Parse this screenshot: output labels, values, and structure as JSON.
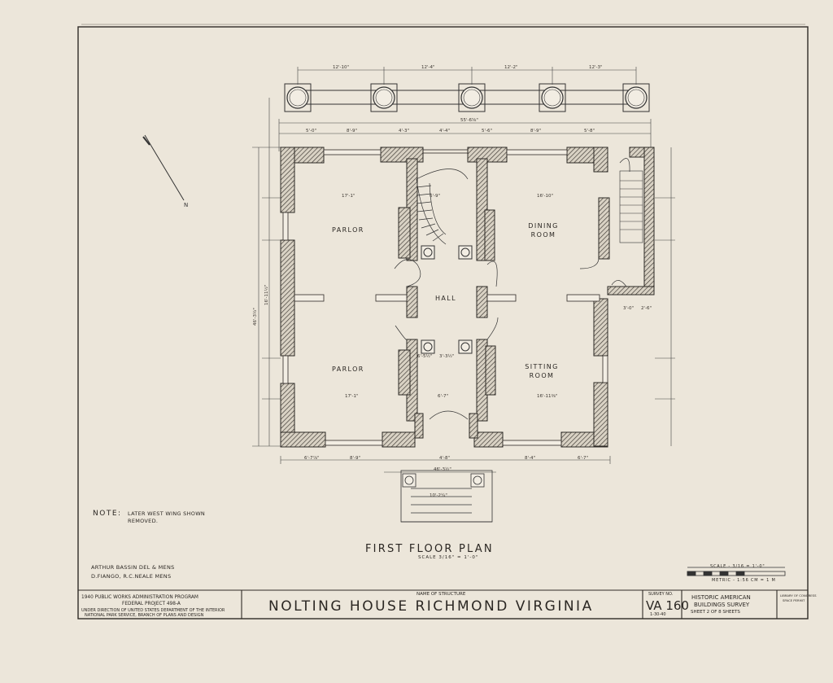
{
  "dims": {
    "d1": "12'-10\"",
    "d2": "12'-4\"",
    "d3": "12'-2\"",
    "d4": "12'-3\"",
    "overall_width": "55'-6⅝\"",
    "d5": "5'-0\"",
    "d6": "8'-9\"",
    "d7": "4'-3\"",
    "d8": "4'-4\"",
    "d9": "5'-6\"",
    "d10": "8'-9\"",
    "d11": "5'-8\"",
    "parlor_width": "17'-1\"",
    "hall_width": "6'-9\"",
    "dining_width": "16'-10\"",
    "parlor2_width": "17'-1\"",
    "hall2_width": "6'-7\"",
    "sitting_width": "16'-11⅜\"",
    "d12": "3'-3½\"",
    "d13": "6'-5½\"",
    "d14": "3'-0\"",
    "d15": "2'-6\"",
    "d16": "6'-7⅞\"",
    "d17": "8'-9\"",
    "d18": "4'-8\"",
    "d19": "8'-4\"",
    "d20": "6'-7\"",
    "porch_width": "46'-3½\"",
    "porch_depth": "10'-2¼\"",
    "overall_depth": "46'-3½\"",
    "d21": "16'-11½\""
  },
  "rooms": {
    "parlor_north": "PARLOR",
    "dining_line1": "DINING",
    "dining_line2": "ROOM",
    "hall": "HALL",
    "parlor_south": "PARLOR",
    "sitting_line1": "SITTING",
    "sitting_line2": "ROOM"
  },
  "note": {
    "heading": "NOTE:",
    "line1": "LATER WEST WING SHOWN",
    "line2": "REMOVED."
  },
  "plan": {
    "title": "FIRST FLOOR PLAN",
    "scale": "SCALE 3/16\" = 1'-0\""
  },
  "credits": {
    "line1": "ARTHUR BASSIN   DEL & MENS",
    "line2": "D.FIANGO, R.C.NEALE   MENS"
  },
  "scale": {
    "feet": "SCALE - 3/16 = 1'-0\"",
    "metric": "METRIC - 1:56 CM = 1 M"
  },
  "titleblock": {
    "project_line1": "1940 PUBLIC WORKS ADMINISTRATION PROGRAM",
    "project_line2": "FEDERAL PROJECT 498-A",
    "agency_line1": "UNDER DIRECTION OF UNITED STATES DEPARTMENT OF THE INTERIOR",
    "agency_line2": "NATIONAL PARK SERVICE, BRANCH OF PLANS AND DESIGN",
    "structure_label": "NAME OF STRUCTURE",
    "structure_name": "NOLTING HOUSE   RICHMOND VIRGINIA",
    "survey_label": "SURVEY NO.",
    "survey_number": "VA 160",
    "date": "1-30-40",
    "habs_line1": "HISTORIC AMERICAN",
    "habs_line2": "BUILDINGS SURVEY",
    "sheet": "SHEET 2  OF  8  SHEETS",
    "courtesy_line1": "LIBRARY OF CONGRESS",
    "courtesy_line2": "SPACE PERMIT"
  }
}
